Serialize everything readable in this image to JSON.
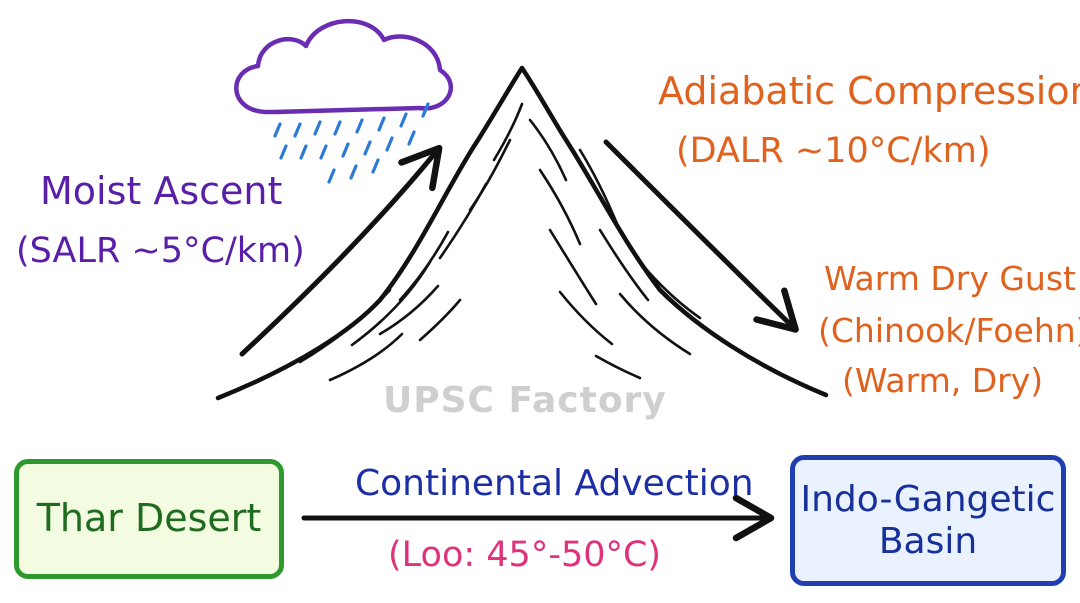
{
  "colors": {
    "moist": "#5a1fa8",
    "cloud": "#6a2cb3",
    "rain": "#2d7ad6",
    "compression": "#e0621f",
    "gust": "#e0621f",
    "advection": "#1c2ea6",
    "loo": "#e0327a",
    "thar_border": "#2e9a2e",
    "thar_text": "#1f6b1f",
    "indo_border": "#1f3fb0",
    "indo_text": "#17309a",
    "ink": "#111111",
    "watermark": "#cfcfcf"
  },
  "icons": {
    "cloud": "rain-cloud-icon",
    "mountain": "mountain-icon"
  },
  "ascent": {
    "title": "Moist Ascent",
    "subtitle": "(SALR ~5°C/km)"
  },
  "compression": {
    "title": "Adiabatic Compression",
    "subtitle": "(DALR ~10°C/km)"
  },
  "gust": {
    "title": "Warm Dry Gust",
    "line2": "(Chinook/Foehn)",
    "line3": "(Warm, Dry)"
  },
  "watermark": "UPSC Factory",
  "advection": {
    "title": "Continental Advection",
    "subtitle": "(Loo: 45°-50°C)"
  },
  "source": {
    "label": "Thar Desert"
  },
  "destination": {
    "line1": "Indo-Gangetic",
    "line2": "Basin"
  }
}
